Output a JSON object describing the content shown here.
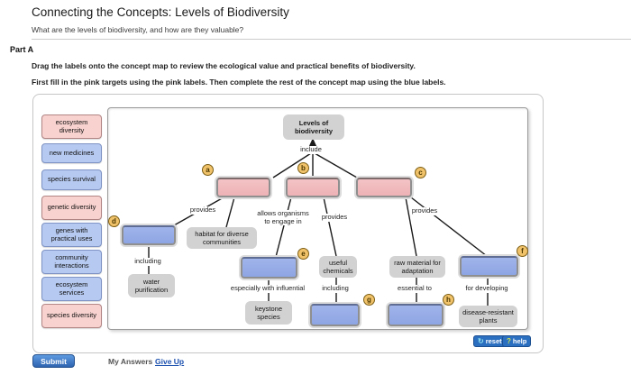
{
  "header": {
    "title": "Connecting the Concepts: Levels of Biodiversity",
    "subtitle": "What are the levels of biodiversity, and how are they valuable?"
  },
  "part": {
    "label": "Part A",
    "instruction_1": "Drag the labels onto the concept map to review the ecological value and practical benefits of biodiversity.",
    "instruction_2": "First fill in the pink targets using the pink labels. Then complete the rest of the concept map using the blue labels."
  },
  "colors": {
    "pink_label_bg": "#f8d2ce",
    "blue_label_bg": "#b6c9f0",
    "pink_target_bg": "#efb6b9",
    "blue_target_bg": "#97ade8",
    "gray_node_bg": "#d2d2d2",
    "badge_bg": "#f0c26a",
    "button_blue": "#2b6fc0"
  },
  "sidebar": {
    "labels": [
      {
        "text": "ecosystem diversity",
        "color": "pink"
      },
      {
        "text": "new medicines",
        "color": "blue"
      },
      {
        "text": "species survival",
        "color": "blue"
      },
      {
        "text": "genetic diversity",
        "color": "pink"
      },
      {
        "text": "genes with practical uses",
        "color": "blue"
      },
      {
        "text": "community interactions",
        "color": "blue"
      },
      {
        "text": "ecosystem services",
        "color": "blue"
      },
      {
        "text": "species diversity",
        "color": "pink"
      }
    ]
  },
  "map": {
    "root": "Levels of biodiversity",
    "links": {
      "include": "include",
      "provides_a": "provides",
      "allows": "allows organisms to engage in",
      "provides_b": "provides",
      "provides_c": "provides",
      "including_d": "including",
      "especially": "especially with influential",
      "including_g": "including",
      "essential": "essential to",
      "developing": "for developing"
    },
    "nodes": {
      "habitat": "habitat for diverse communities",
      "water": "water purification",
      "keystone": "keystone species",
      "chemicals": "useful chemicals",
      "raw_material": "raw material for adaptation",
      "disease": "disease-resistant plants"
    },
    "targets": {
      "a": "a",
      "b": "b",
      "c": "c",
      "d": "d",
      "e": "e",
      "f": "f",
      "g": "g",
      "h": "h"
    }
  },
  "controls": {
    "reset": "reset",
    "help": "help",
    "submit": "Submit",
    "my_answers": "My Answers",
    "give_up": "Give Up"
  }
}
